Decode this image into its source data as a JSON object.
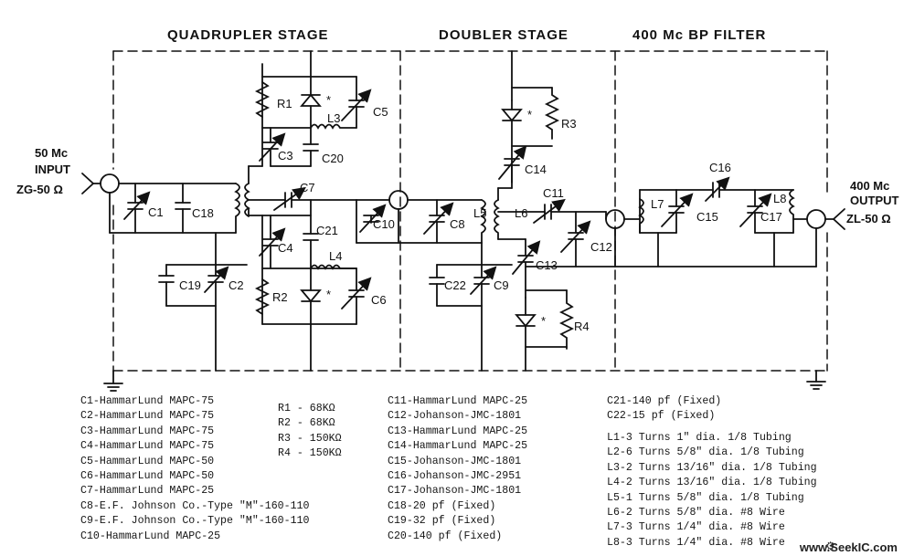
{
  "stages": {
    "quadrupler": "QUADRUPLER STAGE",
    "doubler": "DOUBLER STAGE",
    "bp_filter": "400 Mc BP FILTER"
  },
  "io": {
    "input_line1": "50 Mc",
    "input_line2": "INPUT",
    "input_line3": "ZG-50 Ω",
    "output_line1": "400 Mc",
    "output_line2": "OUTPUT",
    "output_line3": "ZL-50 Ω"
  },
  "component_labels": {
    "C1": "C1",
    "C2": "C2",
    "C3": "C3",
    "C4": "C4",
    "C5": "C5",
    "C6": "C6",
    "C7": "C7",
    "C8": "C8",
    "C9": "C9",
    "C10": "C10",
    "C11": "C11",
    "C12": "C12",
    "C13": "C13",
    "C14": "C14",
    "C15": "C15",
    "C16": "C16",
    "C17": "C17",
    "C18": "C18",
    "C19": "C19",
    "C20": "C20",
    "C21": "C21",
    "C22": "C22",
    "L3": "L3",
    "L4": "L4",
    "L5": "L5",
    "L6": "L6",
    "L7": "L7",
    "L8": "L8",
    "R1": "R1",
    "R2": "R2",
    "R3": "R3",
    "R4": "R4",
    "diode_mark": "*"
  },
  "legend": {
    "capacitors_a": [
      "C1-HammarLund MAPC-75",
      "C2-HammarLund MAPC-75",
      "C3-HammarLund MAPC-75",
      "C4-HammarLund MAPC-75",
      "C5-HammarLund MAPC-50",
      "C6-HammarLund MAPC-50",
      "C7-HammarLund MAPC-25",
      "C8-E.F. Johnson Co.-Type \"M\"-160-110",
      "C9-E.F. Johnson Co.-Type \"M\"-160-110",
      "C10-HammarLund MAPC-25"
    ],
    "resistors": [
      "R1 - 68KΩ",
      "R2 - 68KΩ",
      "R3 - 150KΩ",
      "R4 - 150KΩ"
    ],
    "capacitors_b": [
      "C11-HammarLund MAPC-25",
      "C12-Johanson-JMC-1801",
      "C13-HammarLund MAPC-25",
      "C14-HammarLund MAPC-25",
      "C15-Johanson-JMC-1801",
      "C16-Johanson-JMC-2951",
      "C17-Johanson-JMC-1801",
      "C18-20 pf (Fixed)",
      "C19-32 pf (Fixed)",
      "C20-140 pf (Fixed)"
    ],
    "capacitors_c": [
      "C21-140 pf (Fixed)",
      "C22-15 pf (Fixed)"
    ],
    "inductors": [
      "L1-3 Turns 1\" dia. 1/8 Tubing",
      "L2-6 Turns 5/8\" dia. 1/8 Tubing",
      "L3-2 Turns 13/16\" dia. 1/8 Tubing",
      "L4-2 Turns 13/16\" dia. 1/8 Tubing",
      "L5-1 Turns 5/8\" dia. 1/8 Tubing",
      "L6-2 Turns 5/8\" dia. #8 Wire",
      "L7-3 Turns 1/4\" dia. #8 Wire",
      "L8-3 Turns 1/4\" dia. #8 Wire"
    ]
  },
  "watermark": "www.SeekIC.com"
}
